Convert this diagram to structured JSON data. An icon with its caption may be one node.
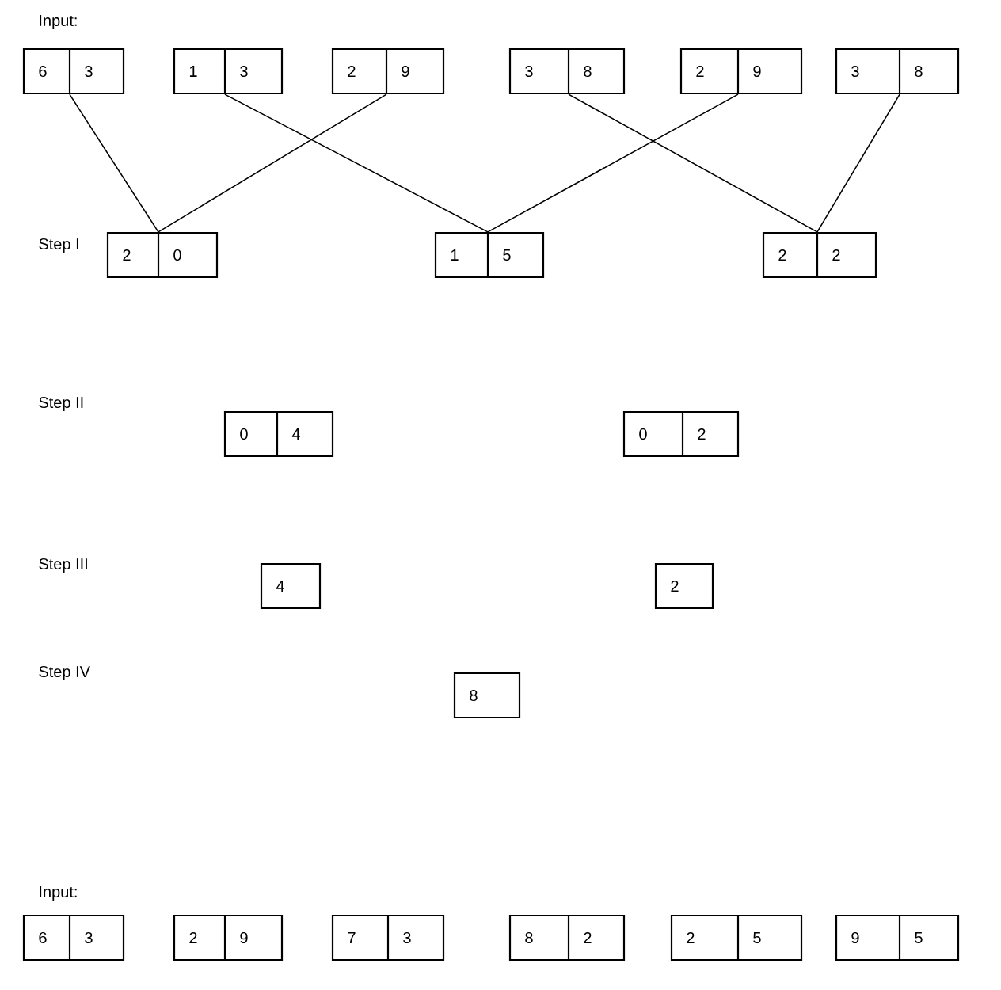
{
  "diagram": {
    "nodes": [
      {
        "text": [
          "6",
          "3"
        ]
      },
      {
        "text": [
          "1",
          "3"
        ]
      },
      {
        "text": [
          "2",
          "9"
        ]
      },
      {
        "text": [
          "3",
          "8"
        ]
      },
      {
        "text": [
          "2",
          "9"
        ]
      },
      {
        "text": [
          "3",
          "8"
        ]
      },
      {
        "text": [
          "2",
          "0"
        ]
      },
      {
        "text": [
          "1",
          "5"
        ]
      },
      {
        "text": [
          "2",
          "2"
        ]
      },
      {
        "text": [
          "0",
          "4"
        ]
      },
      {
        "text": [
          "0",
          "2"
        ]
      },
      {
        "text": [
          "4"
        ]
      },
      {
        "text": [
          "2"
        ]
      },
      {
        "text": [
          "8"
        ]
      },
      {
        "text": [
          "6",
          "3"
        ]
      },
      {
        "text": [
          "2",
          "9"
        ]
      },
      {
        "text": [
          "7",
          "3"
        ]
      },
      {
        "text": [
          "8",
          "2"
        ]
      },
      {
        "text": [
          "2",
          "5"
        ]
      },
      {
        "text": [
          "9",
          "5"
        ]
      }
    ],
    "edges": [
      {
        "from": 0,
        "to": 6,
        "arrow": "none"
      },
      {
        "from": 2,
        "to": 6,
        "arrow": "none"
      },
      {
        "from": 1,
        "to": 7,
        "arrow": "none"
      },
      {
        "from": 4,
        "to": 7,
        "arrow": "none"
      },
      {
        "from": 3,
        "to": 8,
        "arrow": "none"
      },
      {
        "from": 5,
        "to": 8,
        "arrow": "none"
      }
    ],
    "labels": [
      "Input:",
      "Step I",
      "Step II",
      "Step III",
      "Step IV",
      "Input:"
    ]
  }
}
